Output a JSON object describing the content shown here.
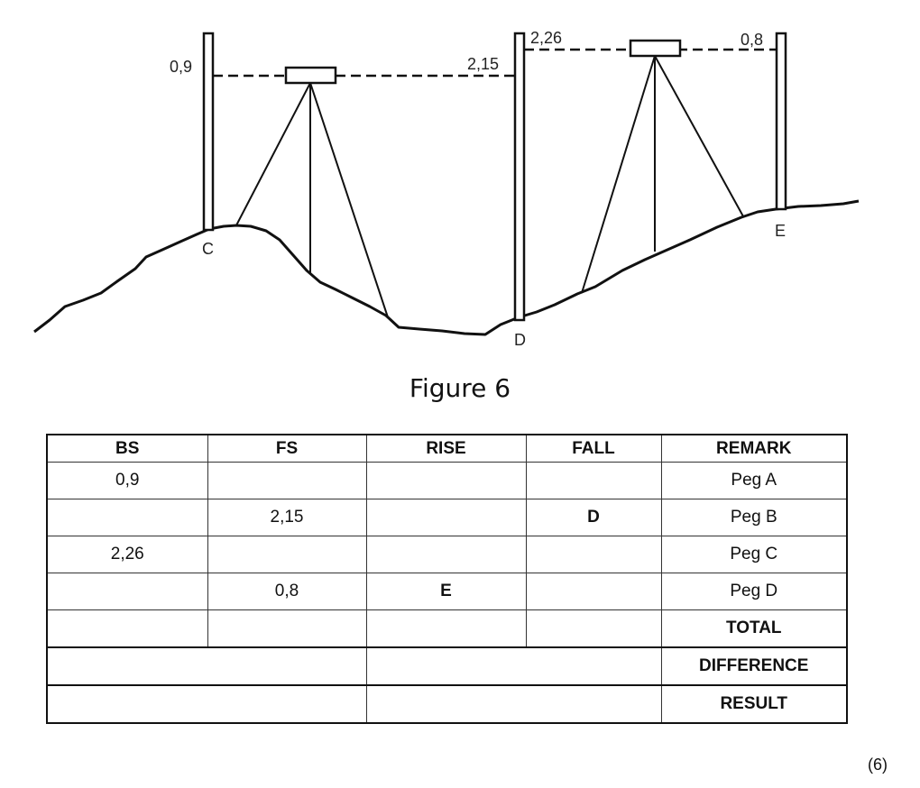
{
  "figure": {
    "readings": {
      "bs_c": "0,9",
      "fs_d": "2,15",
      "bs_d": "2,26",
      "fs_e": "0,8"
    },
    "points": {
      "c": "C",
      "d": "D",
      "e": "E"
    },
    "caption": "Figure 6"
  },
  "table": {
    "headers": [
      "BS",
      "FS",
      "RISE",
      "FALL",
      "REMARK"
    ],
    "rows": [
      {
        "bs": "0,9",
        "fs": "",
        "rise": "",
        "fall": "",
        "remark": "Peg A"
      },
      {
        "bs": "",
        "fs": "2,15",
        "rise": "",
        "fall": "D",
        "remark": "Peg B"
      },
      {
        "bs": "2,26",
        "fs": "",
        "rise": "",
        "fall": "",
        "remark": "Peg C"
      },
      {
        "bs": "",
        "fs": "0,8",
        "rise": "E",
        "fall": "",
        "remark": "Peg D"
      }
    ],
    "total_label": "TOTAL",
    "difference_label": "DIFFERENCE",
    "result_label": "RESULT"
  },
  "marks": "(6)"
}
